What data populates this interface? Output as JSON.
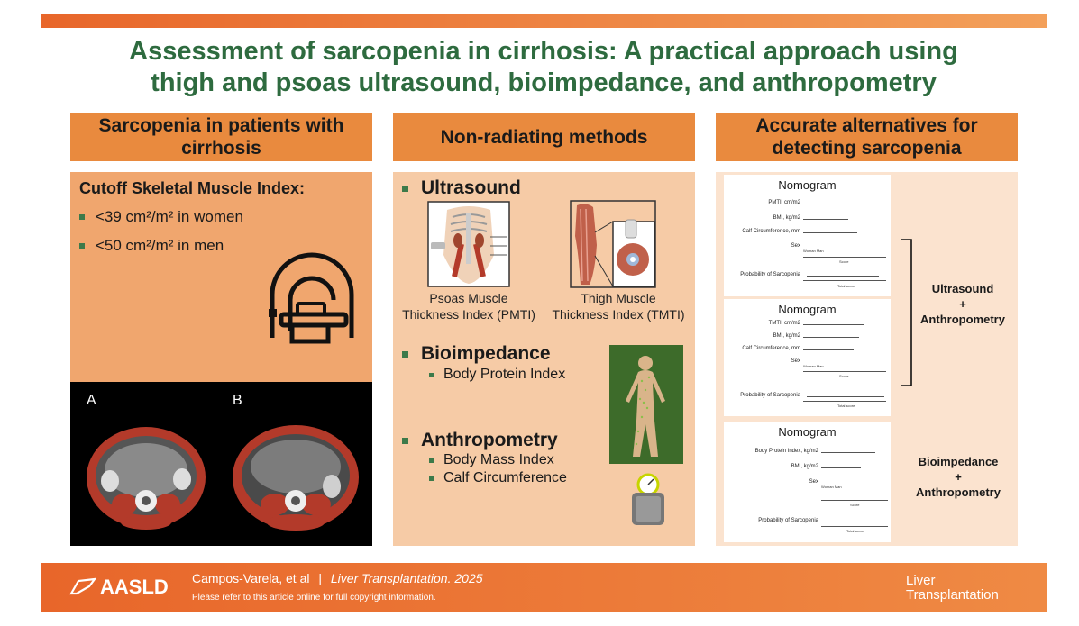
{
  "main_title": {
    "line1": "Assessment of sarcopenia in cirrhosis: A practical approach using",
    "line2": "thigh and psoas ultrasound, bioimpedance, and anthropometry"
  },
  "columns": {
    "col1": {
      "header_line1": "Sarcopenia in patients with",
      "header_line2": "cirrhosis",
      "cutoff_title": "Cutoff Skeletal Muscle Index:",
      "bullets": [
        "<39 cm²/m² in women",
        "<50 cm²/m² in men"
      ],
      "ct_labels": [
        "A",
        "B"
      ]
    },
    "col2": {
      "header": "Non-radiating methods",
      "ultrasound": {
        "title": "Ultrasound",
        "psoas_caption_line1": "Psoas Muscle",
        "psoas_caption_line2": "Thickness Index (PMTI)",
        "thigh_caption_line1": "Thigh Muscle",
        "thigh_caption_line2": "Thickness Index (TMTI)"
      },
      "bioimpedance": {
        "title": "Bioimpedance",
        "items": [
          "Body Protein Index"
        ]
      },
      "anthropometry": {
        "title": "Anthropometry",
        "items": [
          "Body Mass Index",
          "Calf Circumference"
        ]
      }
    },
    "col3": {
      "header_line1": "Accurate alternatives for",
      "header_line2": "detecting sarcopenia",
      "nomograms": [
        {
          "title": "Nomogram",
          "rows": [
            "PMTI, cm/m2",
            "BMI, kg/m2",
            "Calf Circumference, mm",
            "Sex"
          ],
          "sex_values": "Woman Man",
          "score_label": "Score",
          "probability_label": "Probability of Sarcopenia",
          "total_label": "Total score"
        },
        {
          "title": "Nomogram",
          "rows": [
            "TMTI, cm/m2",
            "BMI, kg/m2",
            "Calf Circumference, mm",
            "Sex"
          ],
          "sex_values": "Woman Man",
          "score_label": "Score",
          "probability_label": "Probability of Sarcopenia",
          "total_label": "Total score"
        },
        {
          "title": "Nomogram",
          "rows": [
            "Body Protein Index, kg/m2",
            "BMI, kg/m2",
            "Sex"
          ],
          "sex_values": "Woman Man",
          "score_label": "Score",
          "probability_label": "Probability of Sarcopenia",
          "total_label": "Total score"
        }
      ],
      "method1": {
        "line1": "Ultrasound",
        "line2": "+",
        "line3": "Anthropometry"
      },
      "method2": {
        "line1": "Bioimpedance",
        "line2": "+",
        "line3": "Anthropometry"
      }
    }
  },
  "footer": {
    "logo_text": "AASLD",
    "citation_authors": "Campos-Varela, et al",
    "citation_sep": "|",
    "citation_journal": "Liver Transplantation. 2025",
    "copyright": "Please refer to this article online for full copyright information.",
    "journal_logo_line1": "Liver",
    "journal_logo_line2": "Transplantation"
  },
  "colors": {
    "title_green": "#2e6b3f",
    "header_orange": "#e98a3e",
    "footer_orange": "#e8662a",
    "muscle_red": "#b33a2a"
  }
}
